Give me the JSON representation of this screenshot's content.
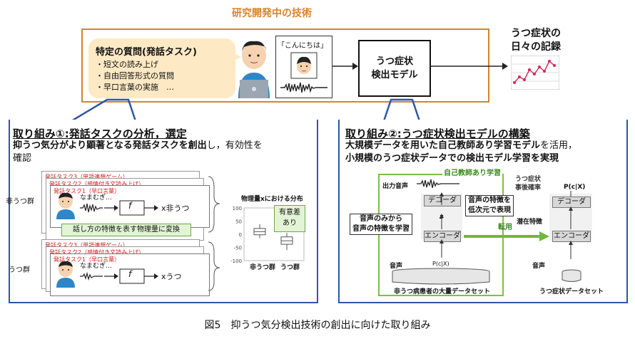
{
  "top": {
    "section_title": "研究開発中の技術",
    "bubble_title": "特定の質問(発話タスク)",
    "bubble_items": [
      "・短文の読み上げ",
      "・自由回答形式の質問",
      "・早口言葉の実施　…"
    ],
    "speech_quote": "「こんにちは」",
    "model_label_1": "うつ症状",
    "model_label_2": "検出モデル",
    "record_label_1": "うつ症状の",
    "record_label_2": "日々の記録"
  },
  "left_panel": {
    "title": "取り組み①:発話タスクの分析，選定",
    "desc_bold": "抑うつ気分がより顕著となる発話タスクを創出",
    "desc_rest": "し，有効性を",
    "desc_line2": "確認",
    "task_cards_top": [
      "発話タスク3（単語連想ゲーム）",
      "発話タスク2（感情付き文読み上げ）",
      "発話タスク1（早口言葉）"
    ],
    "task_cards_bottom": [
      "発話タスク3（単語連想ゲーム）",
      "発話タスク2（感情付き文読み上げ）",
      "発話タスク1（早口言葉）"
    ],
    "group_non": "非うつ群",
    "group_dep": "うつ群",
    "utterance": "なまむぎ…",
    "func": "f",
    "out_non": "x非うつ",
    "out_dep": "xうつ",
    "feature_note": "話し方の特徴を表す物理量に変換",
    "dist_title": "物理量xにおける分布",
    "sig_label_1": "有意差",
    "sig_label_2": "あり",
    "xcat_non": "非うつ群",
    "xcat_dep": "うつ群"
  },
  "chart_data": {
    "type": "boxplot",
    "title": "物理量xにおける分布",
    "categories": [
      "非うつ群",
      "うつ群"
    ],
    "yticks": [
      100,
      50,
      0,
      -50,
      -100
    ],
    "ylim": [
      -100,
      100
    ]
  },
  "right_panel": {
    "title": "取り組み②:うつ症状検出モデルの構築",
    "desc1_bold": "大規模データを用いた自己教師あり学習モデル",
    "desc1_rest": "を活用，",
    "desc2": "小規模のうつ症状データでの検出モデル学習を実現",
    "ssl_label": "自己教師あり学習",
    "output_audio": "出力音声",
    "decoder": "デコーダ",
    "encoder": "エンコーダ",
    "z": "z",
    "input_audio": "音声",
    "p_c_x": "P(c|X)",
    "callout_left_1": "音声のみから",
    "callout_left_2": "音声の特徴を学習",
    "callout_right_1": "音声の特徴を",
    "callout_right_2": "低次元で表現",
    "dataset_large": "非うつ病患者の大量データセット",
    "transfer": "転用",
    "posterior_1": "うつ症状",
    "posterior_2": "事後確率",
    "latent": "潜在特徴",
    "dataset_small": "うつ症状データセット"
  },
  "caption": "図5　抑うつ気分検出技術の創出に向けた取り組み",
  "colors": {
    "orange": "#d9822b",
    "blue": "#2f56a6",
    "green": "#7bc043",
    "red": "#d02020"
  }
}
